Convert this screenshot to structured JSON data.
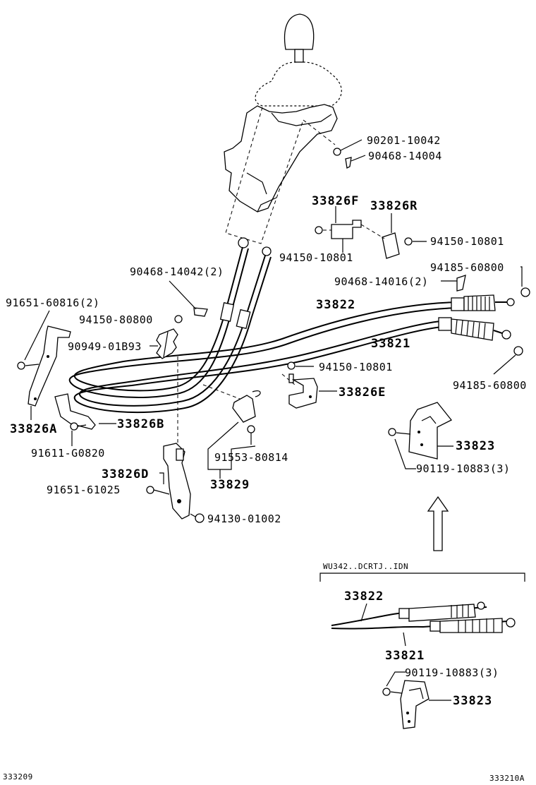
{
  "diagram": {
    "callouts": {
      "p90201": "90201-10042",
      "p90468a": "90468-14004",
      "p33826F": "33826F",
      "p33826R": "33826R",
      "p94150a": "94150-10801",
      "p94150b": "94150-10801",
      "p90468b": "90468-14042(2)",
      "p94185a": "94185-60800",
      "p91651a": "91651-60816(2)",
      "p90468c": "90468-14016(2)",
      "p33822": "33822",
      "p94150c": "94150-80800",
      "p33821": "33821",
      "p90949": "90949-01B93",
      "p94150d": "94150-10801",
      "p94185b": "94185-60800",
      "p33826E": "33826E",
      "p33826A": "33826A",
      "p33826B": "33826B",
      "p33823": "33823",
      "p91611": "91611-G0820",
      "p91553": "91553-80814",
      "p90119": "90119-10883(3)",
      "p33826D": "33826D",
      "p33829": "33829",
      "p91651b": "91651-61025",
      "p94130": "94130-01002"
    },
    "variant": {
      "header": "WU342..DCRTJ..IDN",
      "p33822": "33822",
      "p33821": "33821",
      "p90119": "90119-10883(3)",
      "p33823": "33823"
    },
    "footer": {
      "left_code": "333209",
      "right_code": "333210A"
    }
  }
}
